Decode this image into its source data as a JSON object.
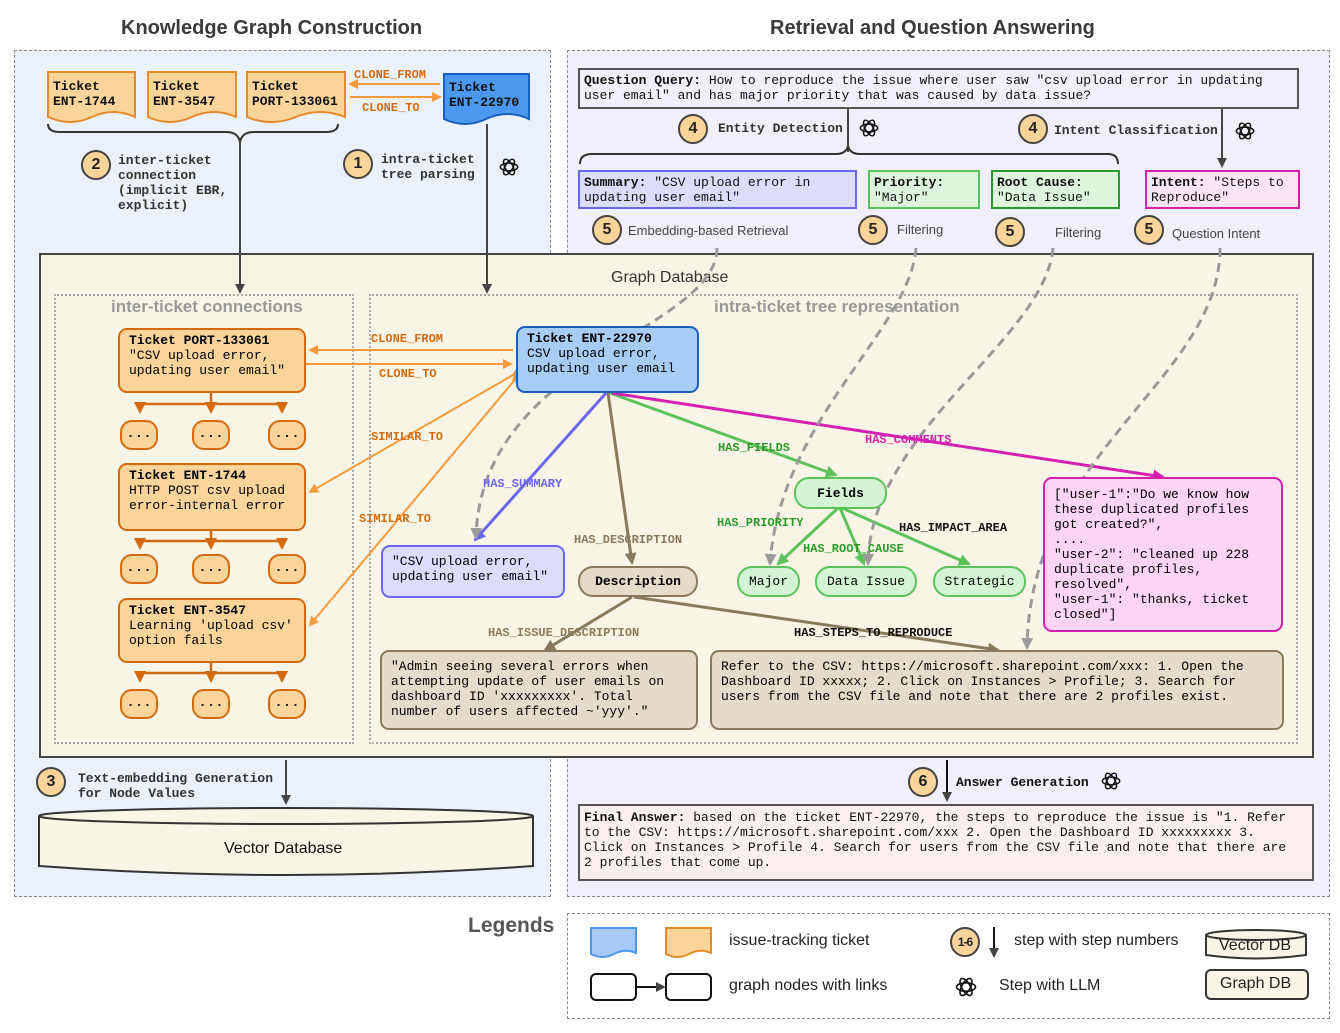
{
  "headers": {
    "left": "Knowledge Graph Construction",
    "right": "Retrieval and Question Answering"
  },
  "kg": {
    "tickets": [
      {
        "label": "Ticket\nENT-1744"
      },
      {
        "label": "Ticket\nENT-3547"
      },
      {
        "label": "Ticket\nPORT-133061"
      },
      {
        "label": "Ticket\nENT-22970"
      }
    ],
    "clone_from": "CLONE_FROM",
    "clone_to": "CLONE_TO",
    "step1_num": "1",
    "step1_label": "intra-ticket\ntree parsing",
    "step2_num": "2",
    "step2_label": "inter-ticket\nconnection\n(implicit EBR,\nexplicit)",
    "step3_num": "3",
    "step3_label": "Text-embedding Generation\nfor Node Values",
    "vector_db": "Vector Database"
  },
  "graphdb": {
    "title": "Graph Database",
    "inter_title": "inter-ticket connections",
    "intra_title": "intra-ticket tree representation",
    "inter_nodes": [
      {
        "title": "Ticket PORT-133061",
        "body": "\"CSV upload error,\nupdating user email\""
      },
      {
        "title": "Ticket ENT-1744",
        "body": "HTTP POST csv upload\nerror-internal error"
      },
      {
        "title": "Ticket ENT-3547",
        "body": "Learning 'upload csv'\noption fails"
      }
    ],
    "dots": "...",
    "root": {
      "title": "Ticket ENT-22970",
      "body": "CSV upload error,\nupdating user email"
    },
    "edges": {
      "clone_from": "CLONE_FROM",
      "clone_to": "CLONE_TO",
      "similar_to_1": "SIMILAR_TO",
      "similar_to_2": "SIMILAR_TO",
      "has_summary": "HAS_SUMMARY",
      "has_description": "HAS_DESCRIPTION",
      "has_fields": "HAS_FIELDS",
      "has_comments": "HAS_COMMENTS",
      "has_priority": "HAS_PRIORITY",
      "has_root_cause": "HAS_ROOT_CAUSE",
      "has_impact_area": "HAS_IMPACT_AREA",
      "has_issue_description": "HAS_ISSUE_DESCRIPTION",
      "has_steps_to_reproduce": "HAS_STEPS_TO_REPRODUCE"
    },
    "summary_node": "\"CSV upload error,\nupdating user email\"",
    "description_node": "Description",
    "fields_node": "Fields",
    "major_node": "Major",
    "data_issue_node": "Data Issue",
    "strategic_node": "Strategic",
    "comments_node": "[\"user-1\":\"Do we know how\nthese duplicated profiles\ngot created?\",\n....\n\"user-2\": \"cleaned up 228\nduplicate profiles,\nresolved\",\n\"user-1\": \"thanks, ticket\nclosed\"]",
    "issue_desc_node": "\"Admin seeing several errors when\nattempting update of user emails on\ndashboard ID 'xxxxxxxxx'. Total\nnumber of users affected ~'yyy'.\"",
    "steps_node": "Refer to the CSV: https://microsoft.sharepoint.com/xxx: 1. Open the\nDashboard ID xxxxx; 2. Click on Instances > Profile; 3. Search for\nusers from the CSV file and note that there are 2 profiles exist."
  },
  "qa": {
    "query_label": "Question Query:",
    "query_text": " How to reproduce the issue where user saw \"csv upload error in updating\nuser email\" and has major priority that was caused by data issue?",
    "step4_num": "4",
    "entity_detection": "Entity Detection",
    "intent_classification": "Intent Classification",
    "summary_label": "Summary:",
    "summary_value": " \"CSV upload error in\nupdating user email\"",
    "priority_label": "Priority:",
    "priority_value": "\n\"Major\"",
    "root_cause_label": "Root Cause:",
    "root_cause_value": "\n\"Data Issue\"",
    "intent_label": "Intent:",
    "intent_value": " \"Steps to\nReproduce\"",
    "step5_num": "5",
    "embedding_retrieval": "Embedding-based Retrieval",
    "filtering": "Filtering",
    "question_intent": "Question Intent",
    "step6_num": "6",
    "answer_generation": "Answer Generation",
    "final_label": "Final Answer:",
    "final_text": " based on the ticket ENT-22970, the steps to reproduce the issue is \"1. Refer\nto the CSV: https://microsoft.sharepoint.com/xxx 2. Open the Dashboard ID xxxxxxxxx 3.\nClick on Instances > Profile 4. Search for users from the CSV file and note that there are\n2 profiles that come up."
  },
  "legend": {
    "title": "Legends",
    "ticket": "issue-tracking ticket",
    "nodes": "graph nodes with links",
    "step_badge": "1-6",
    "step": "step with step numbers",
    "llm": "Step with LLM",
    "vector_db": "Vector DB",
    "graph_db": "Graph DB"
  }
}
